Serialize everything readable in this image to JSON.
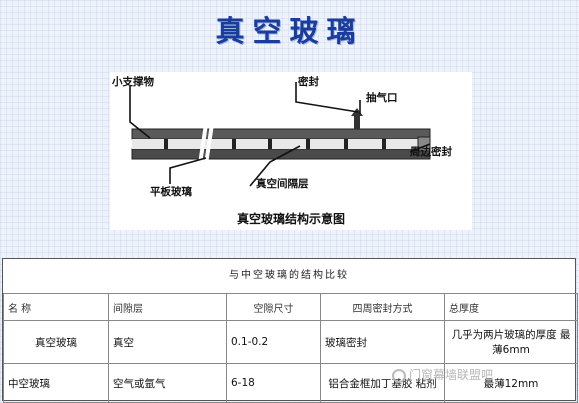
{
  "slide": {
    "title": "真空玻璃"
  },
  "diagram": {
    "caption": "真空玻璃结构示意图",
    "labels": {
      "support": "小支撑物",
      "seal": "密封",
      "pump_port": "抽气口",
      "edge_seal": "周边密封",
      "flat_glass": "平板玻璃",
      "vacuum_layer": "真空间隔层"
    }
  },
  "table": {
    "title": "与中空玻璃的结构比较",
    "headers": [
      "名  称",
      "间隙层",
      "空隙尺寸",
      "四周密封方式",
      "总厚度"
    ],
    "rows": [
      [
        "真空玻璃",
        "真空",
        "0.1-0.2",
        "玻璃密封",
        "几乎为两片玻璃的厚度 最薄6mm"
      ],
      [
        "中空玻璃",
        "空气或氩气",
        "6-18",
        "铝合金框加丁基胶 粘剂",
        "最薄12mm"
      ]
    ]
  },
  "watermark": {
    "text": "门窗幕墙联盟吧"
  }
}
